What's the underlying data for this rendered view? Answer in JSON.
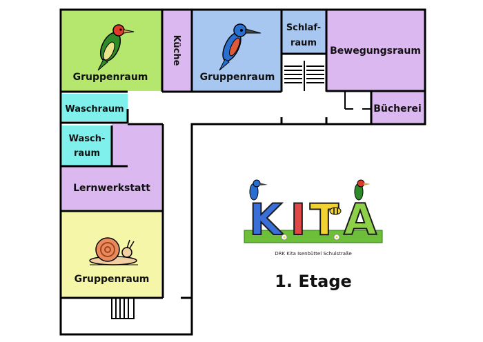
{
  "floor": {
    "title": "1. Etage"
  },
  "logo": {
    "letters": [
      "K",
      "I",
      "T",
      "A"
    ],
    "subtitle": "DRK Kita Isenbüttel Schulstraße"
  },
  "rooms": {
    "gruppenraum_specht": "Gruppenraum",
    "kueche": "Küche",
    "gruppenraum_eisvogel": "Gruppenraum",
    "schlafraum_line1": "Schlaf-",
    "schlafraum_line2": "raum",
    "bewegungsraum": "Bewegungsraum",
    "buecherei": "Bücherei",
    "waschraum_1": "Waschraum",
    "waschraum_2_line1": "Wasch-",
    "waschraum_2_line2": "raum",
    "lernwerkstatt": "Lernwerkstatt",
    "gruppenraum_schnecke": "Gruppenraum"
  },
  "colors": {
    "green_room": "#b5e66d",
    "blue_room": "#a7c7f0",
    "purple_room": "#dcb8f0",
    "cyan_room": "#7ff0ec",
    "yellow_room": "#f6f6a8",
    "logo_k": "#3a6fd8",
    "logo_i": "#e04848",
    "logo_t": "#f2d230",
    "logo_a": "#8fd04a"
  }
}
